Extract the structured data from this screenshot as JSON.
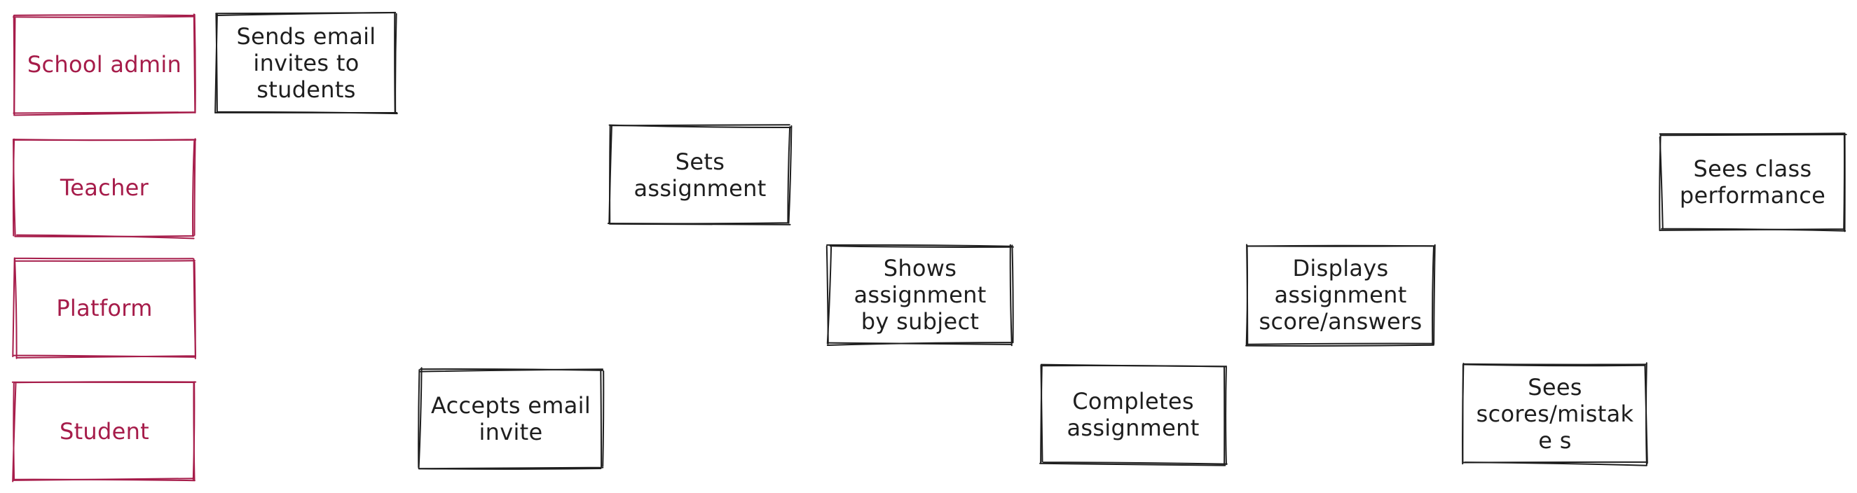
{
  "diagram": {
    "stroke_color_lane": "#a61c4a",
    "stroke_color_step": "#1e1e1e",
    "lanes": [
      {
        "id": "school-admin",
        "label": "School admin"
      },
      {
        "id": "teacher",
        "label": "Teacher"
      },
      {
        "id": "platform",
        "label": "Platform"
      },
      {
        "id": "student",
        "label": "Student"
      }
    ],
    "steps": [
      {
        "id": "sends-email-invites",
        "lane": "School admin",
        "label": "Sends email invites to students"
      },
      {
        "id": "sets-assignment",
        "lane": "Teacher",
        "label": "Sets assignment"
      },
      {
        "id": "sees-class-performance",
        "lane": "Teacher",
        "label": "Sees class performance"
      },
      {
        "id": "shows-assignment-by-subject",
        "lane": "Platform",
        "label": "Shows assignment by subject"
      },
      {
        "id": "displays-assignment-score",
        "lane": "Platform",
        "label": "Displays assignment score/answers"
      },
      {
        "id": "accepts-email-invite",
        "lane": "Student",
        "label": "Accepts email invite"
      },
      {
        "id": "completes-assignment",
        "lane": "Student",
        "label": "Completes assignment"
      },
      {
        "id": "sees-scores-mistakes",
        "lane": "Student",
        "label": "Sees scores/mistake s"
      }
    ]
  }
}
